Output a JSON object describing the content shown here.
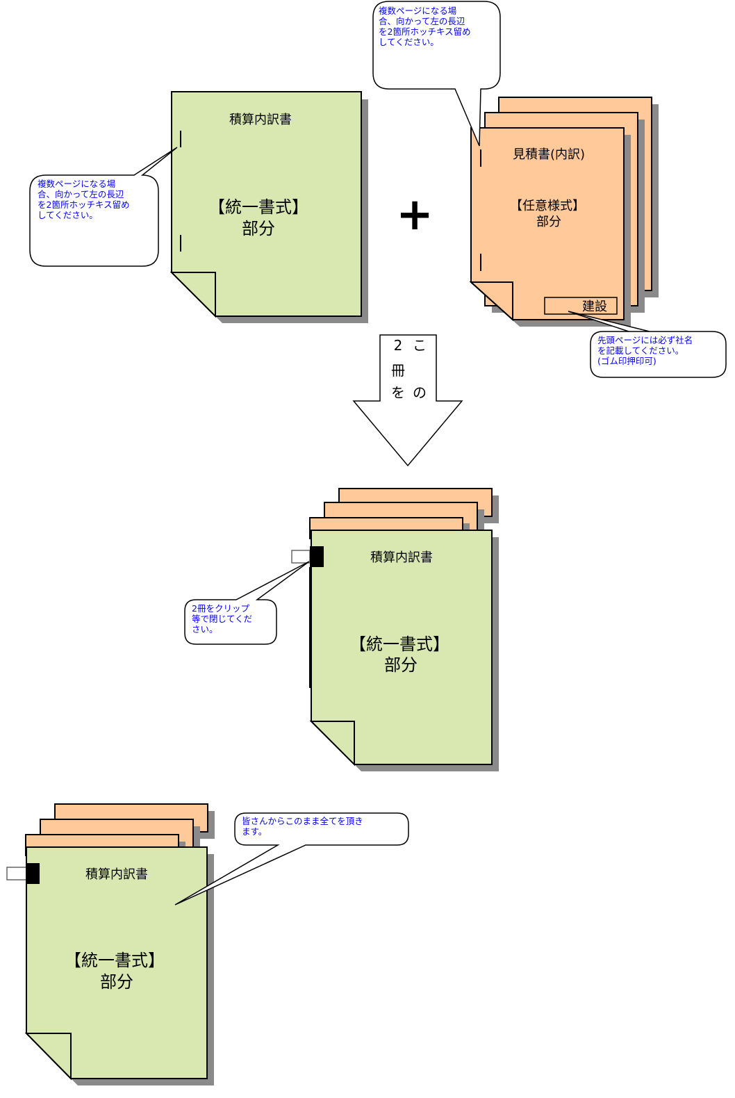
{
  "colors": {
    "green": "#d8e8b0",
    "orange": "#ffc99a",
    "shadow": "#8a8a8a",
    "callout_text": "#0000ff",
    "stroke": "#000000"
  },
  "top_left_doc": {
    "title": "積算内訳書",
    "body_line1": "【統一書式】",
    "body_line2": "部分"
  },
  "plus_sign": "+",
  "top_right_doc": {
    "title": "見積書(内訳)",
    "body_line1": "【任意様式】",
    "body_line2": "部分",
    "company_box": "建設"
  },
  "callouts": {
    "staple_left": [
      "複数ページになる場",
      "合、向かって左の長辺",
      "を2箇所ホッチキス留め",
      "してください。"
    ],
    "staple_top": [
      "複数ページになる場",
      "合、向かって左の長辺",
      "を2箇所ホッチキス留め",
      "してください。"
    ],
    "company_name": [
      "先頭ページには必ず社名",
      "を記載してください。",
      "(ゴム印押印可)"
    ],
    "clip": [
      "2冊をクリップ",
      "等で閉じてくだ",
      "さい。"
    ],
    "receive_all": [
      "皆さんからこのまま全てを頂き",
      "ます。"
    ]
  },
  "arrow_text": {
    "col1": [
      "2",
      "冊",
      "を"
    ],
    "col2": [
      "こ",
      "",
      "の"
    ]
  },
  "middle_doc": {
    "title": "積算内訳書",
    "body_line1": "【統一書式】",
    "body_line2": "部分"
  },
  "bottom_doc": {
    "title": "積算内訳書",
    "body_line1": "【統一書式】",
    "body_line2": "部分"
  }
}
